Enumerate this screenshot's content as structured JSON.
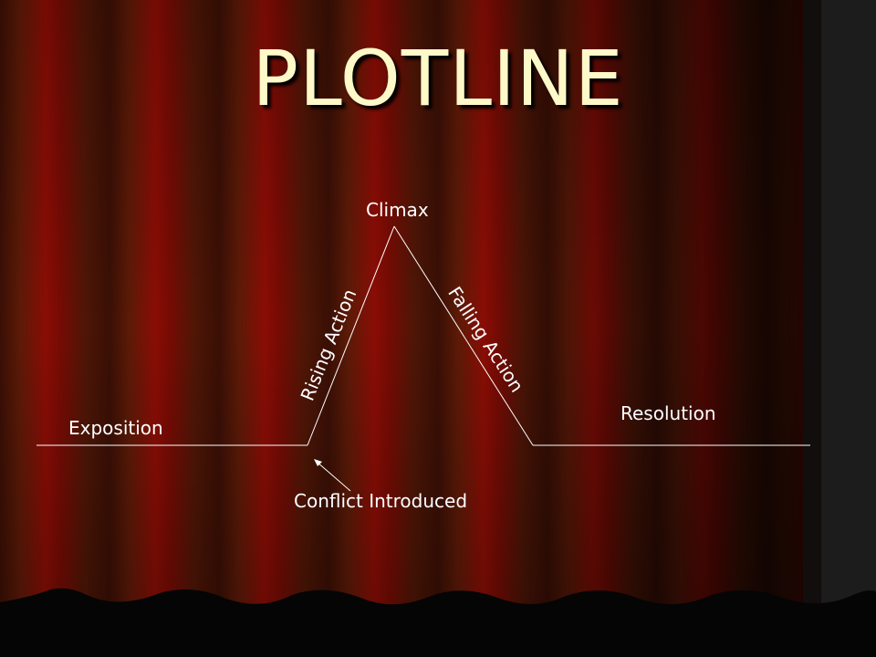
{
  "slide": {
    "title": "PLOTLINE"
  },
  "plot": {
    "climax": "Climax",
    "rising_action": "Rising Action",
    "falling_action": "Falling Action",
    "exposition": "Exposition",
    "resolution": "Resolution",
    "conflict_introduced": "Conflict Introduced"
  },
  "colors": {
    "title_text": "#fdf9c8",
    "curtain_red": "#7a0a04",
    "curtain_dark": "#2a0803",
    "line": "#ffffff"
  }
}
